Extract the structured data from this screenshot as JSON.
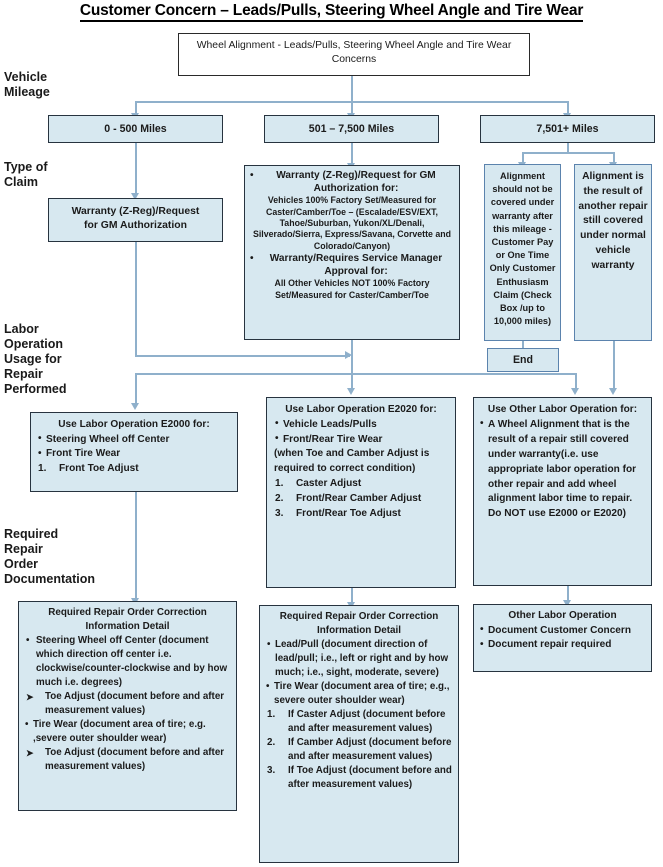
{
  "title": "Customer Concern – Leads/Pulls, Steering Wheel Angle and Tire Wear",
  "row_labels": {
    "mileage": "Vehicle\nMileage",
    "claim": "Type of\nClaim",
    "labor": "Labor\nOperation\nUsage for\nRepair\nPerformed",
    "documentation": "Required\nRepair\nOrder\nDocumentation"
  },
  "start_node": {
    "text": "Wheel Alignment - Leads/Pulls, Steering Wheel Angle and Tire Wear Concerns"
  },
  "mileage_nodes": [
    {
      "label": "0 - 500 Miles"
    },
    {
      "label": "501 – 7,500 Miles"
    },
    {
      "label": "7,501+ Miles"
    }
  ],
  "claim_nodes": {
    "low": {
      "lines": [
        "Warranty (Z-Reg)/Request",
        "for GM  Authorization"
      ]
    },
    "mid": {
      "bullet1_head": "Warranty (Z-Reg)/Request for GM Authorization for:",
      "bullet1_body": "Vehicles 100% Factory Set/Measured for Caster/Camber/Toe – (Escalade/ESV/EXT, Tahoe/Suburban, Yukon/XL/Denali, Silverado/Sierra, Express/Savana,  Corvette and Colorado/Canyon)",
      "bullet2_head": "Warranty/Requires Service Manager Approval for:",
      "bullet2_body": "All Other Vehicles NOT 100% Factory Set/Measured for Caster/Camber/Toe"
    },
    "high_a": {
      "text": "Alignment should not be covered under warranty after this mileage - Customer Pay or  One Time Only Customer Enthusiasm Claim (Check Box /up to 10,000 miles)"
    },
    "high_b": {
      "text": "Alignment is the result of another repair still covered under normal vehicle warranty"
    }
  },
  "end_node": {
    "label": "End"
  },
  "labor_nodes": {
    "e2000": {
      "head": "Use Labor Operation E2000 for:",
      "bullets": [
        "Steering Wheel off Center",
        "Front Tire Wear"
      ],
      "numbered": [
        {
          "n": "1.",
          "text": "Front Toe Adjust"
        }
      ]
    },
    "e2020": {
      "head": "Use Labor Operation E2020 for:",
      "bullets": [
        "Vehicle Leads/Pulls",
        "Front/Rear Tire Wear"
      ],
      "note": "(when Toe and Camber Adjust is required to correct condition)",
      "numbered": [
        {
          "n": "1.",
          "text": "Caster Adjust"
        },
        {
          "n": "2.",
          "text": "Front/Rear Camber Adjust"
        },
        {
          "n": "3.",
          "text": "Front/Rear Toe Adjust"
        }
      ]
    },
    "other": {
      "head": "Use Other Labor Operation for:",
      "bullet": "A Wheel Alignment that is the result of a repair still covered under warranty(i.e. use appropriate labor operation for other repair and add wheel alignment labor time to repair. Do NOT use E2000 or E2020)"
    }
  },
  "doc_nodes": {
    "left": {
      "head": "Required Repair Order Correction Information Detail",
      "b1": "Steering Wheel off Center (document which direction off center i.e. clockwise/counter-clockwise and by how much i.e. degrees)",
      "s1": "Toe Adjust (document before and after measurement values)",
      "b2": "Tire Wear (document area of tire; e.g. ,severe outer shoulder wear)",
      "s2": "Toe Adjust (document before and after measurement values)"
    },
    "mid": {
      "head": "Required Repair Order Correction Information Detail",
      "b1": "Lead/Pull (document direction of lead/pull; i.e., left or right and by how much; i.e., sight, moderate, severe)",
      "b2": "Tire Wear (document area of tire; e.g., severe outer shoulder wear)",
      "numbered": [
        {
          "n": "1.",
          "text": "If Caster Adjust (document before and after measurement values)"
        },
        {
          "n": "2.",
          "text": "If Camber Adjust (document before and after measurement values)"
        },
        {
          "n": "3.",
          "text": "If Toe Adjust (document before and after measurement values)"
        }
      ]
    },
    "right": {
      "head": "Other Labor Operation",
      "b1": "Document Customer Concern",
      "b2": "Document repair required"
    }
  },
  "colors": {
    "node_fill": "#d7e8f0",
    "node_border": "#27333f",
    "connector": "#8fb0cb",
    "text": "#1b1b1b"
  }
}
